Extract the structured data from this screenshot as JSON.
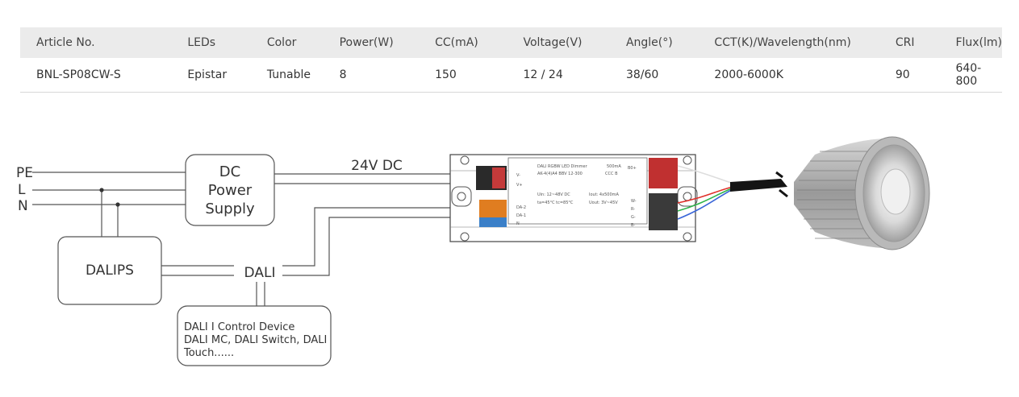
{
  "table": {
    "headers": [
      "Article No.",
      "LEDs",
      "Color",
      "Power(W)",
      "CC(mA)",
      "Voltage(V)",
      "Angle(°)",
      "CCT(K)/Wavelength(nm)",
      "CRI",
      "Flux(lm)"
    ],
    "row": [
      "BNL-SP08CW-S",
      "Epistar",
      "Tunable",
      "8",
      "150",
      "12 / 24",
      "38/60",
      "2000-6000K",
      "90",
      "640-800"
    ]
  },
  "diagram": {
    "mains_labels": {
      "pe": "PE",
      "l": "L",
      "n": "N"
    },
    "power_supply": {
      "line1": "DC",
      "line2": "Power",
      "line3": "Supply"
    },
    "dc_label": "24V DC",
    "dalips_label": "DALIPS",
    "dali_label": "DALI",
    "control_device": {
      "line1": "DALI I Control Device",
      "line2": "DALI MC, DALI Switch, DALI",
      "line3": "Touch......"
    },
    "dimmer": {
      "title": "DALI RGBW LED Dimmer",
      "current": "500mA",
      "model": "AK-4(4)A4 BBV 12-300",
      "ccc": "CCC B",
      "vin_label": "Uin: 12~48V DC",
      "iout_label": "Iout: 4x500mA",
      "uout_label": "Uout: 3V~45V",
      "small_text": "ta=45°C  tc=85°C",
      "terminals_in": [
        "V-",
        "V+"
      ],
      "terminals_dali": [
        "DA-2",
        "DA-1",
        "N"
      ],
      "terminals_out": [
        "W-",
        "R-",
        "G-",
        "B-"
      ],
      "terminal_common": "B0+"
    },
    "wire_colors": {
      "white": "#dddddd",
      "red": "#e0302a",
      "green": "#2db34a",
      "blue": "#3a66d8",
      "black": "#111111"
    }
  }
}
